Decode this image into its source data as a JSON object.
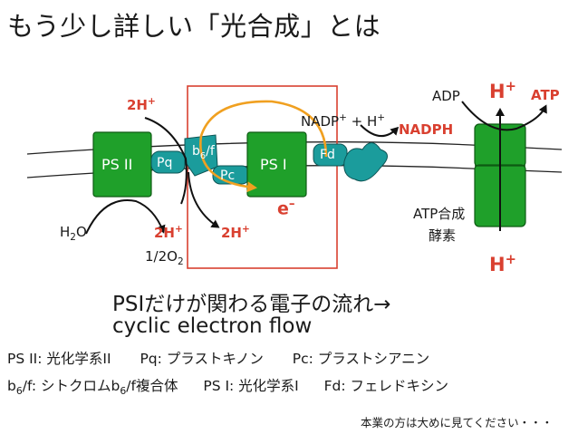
{
  "title": "もう少し詳しい「光合成」とは",
  "labels": {
    "ps2": "PS II",
    "pq": "Pq",
    "b6f": "b6/f",
    "pc": "Pc",
    "ps1": "PS I",
    "fd": "Fd",
    "two_h_top": "2H+",
    "two_h_mid": "2H+",
    "two_h_right": "2H+",
    "h2o": "H2O",
    "half_o2": "1/2O2",
    "electron": "e–",
    "nadp_in": "NADP+ + H+",
    "nadph": "NADPH",
    "adp": "ADP",
    "atp": "ATP",
    "h_top": "H+",
    "h_bottom": "H+",
    "atp_synthase_1": "ATP合成",
    "atp_synthase_2": "酵素"
  },
  "caption": {
    "line1": "PSIだけが関わる電子の流れ→",
    "line2": "cyclic electron flow"
  },
  "legend": {
    "ps2": "PS II: 光化学系II",
    "pq": "Pq: プラストキノン",
    "pc": "Pc: プラストシアニン",
    "b6f": "b6/f: シトクロムb6/f複合体",
    "ps1": "PS I: 光化学系I",
    "fd": "Fd: フェレドキシン"
  },
  "note": "本業の方は大めに見てください・・・",
  "colors": {
    "green": "#1fa02a",
    "teal": "#1b9c9c",
    "red": "#d94030",
    "orange": "#f0a020"
  }
}
